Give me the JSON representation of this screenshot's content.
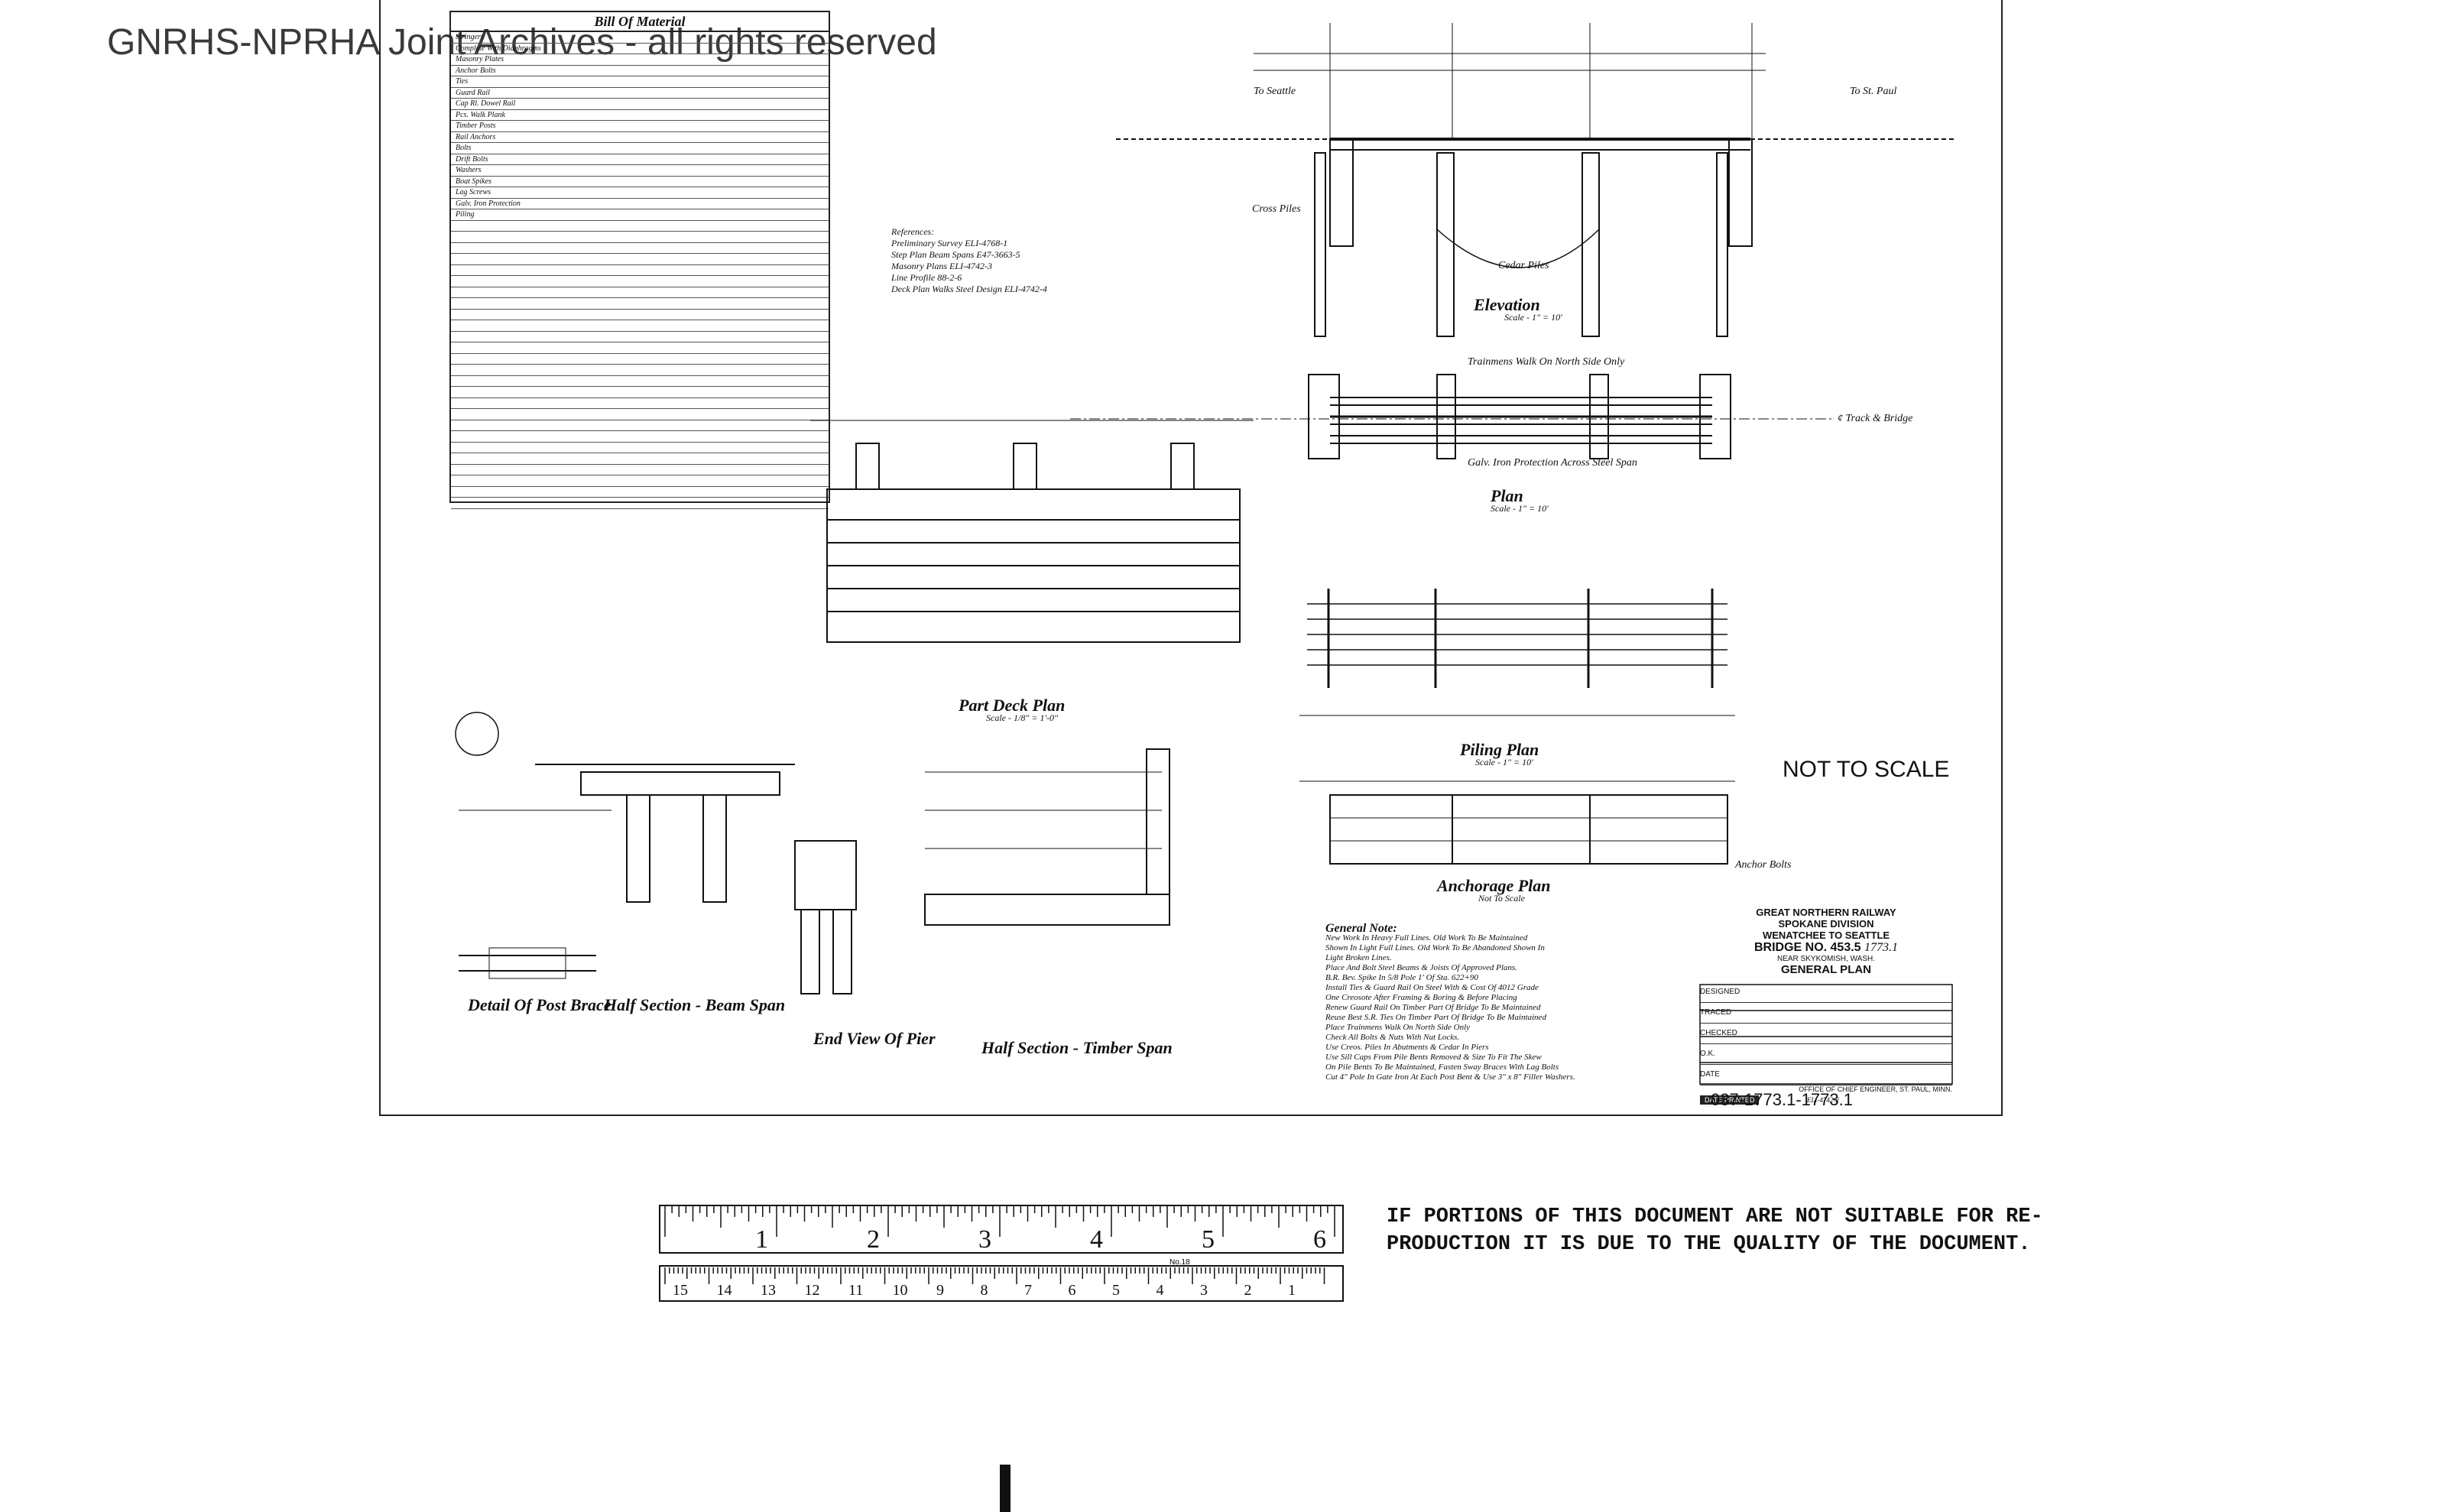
{
  "watermark": "GNRHS-NPRHA Joint Archives - all rights reserved",
  "bill_of_material": {
    "title": "Bill Of Material",
    "rows": [
      "Stringers",
      "Complete With Diaphragms",
      "Masonry Plates",
      "Anchor Bolts",
      "Ties",
      "Guard Rail",
      "Cap Rl. Dowel Rail",
      "Pcs. Walk Plank",
      "Timber Posts",
      "Rail Anchors",
      "Bolts",
      "Drift Bolts",
      "Washers",
      "Boat Spikes",
      "Lag Screws",
      "Galv. Iron Protection",
      "Piling"
    ]
  },
  "views": {
    "elevation": "Elevation",
    "elevation_scale": "Scale - 1\" = 10'",
    "plan": "Plan",
    "plan_scale": "Scale - 1\" = 10'",
    "piling_plan": "Piling Plan",
    "piling_plan_scale": "Scale - 1\" = 10'",
    "anchorage_plan": "Anchorage Plan",
    "anchorage_plan_scale": "Not To Scale",
    "part_deck_plan": "Part Deck Plan",
    "part_deck_plan_scale": "Scale - 1/8\" = 1'-0\"",
    "detail_post_brace": "Detail Of Post Brace",
    "half_section_beam": "Half Section - Beam Span",
    "end_view_pier": "End View Of Pier",
    "half_section_timber": "Half Section - Timber Span"
  },
  "annotations": {
    "to_seattle": "To Seattle",
    "to_st_paul": "To St. Paul",
    "trainmens_walk": "Trainmens Walk On North Side Only",
    "cedar_piles": "Cedar Piles",
    "cross_piles": "Cross Piles",
    "track_bridge": "¢ Track & Bridge",
    "galv_iron": "Galv. Iron Protection Across Steel Span",
    "anchor_bolts": "Anchor Bolts"
  },
  "references": {
    "title": "References:",
    "items": [
      "Preliminary Survey  ELI-4768-1",
      "Step Plan Beam Spans  E47-3663-5",
      "Masonry Plans  ELI-4742-3",
      "Line Profile  88-2-6",
      "Deck Plan Walks Steel Design  ELI-4742-4"
    ]
  },
  "general_note": {
    "title": "General Note:",
    "lines": [
      "New Work In Heavy Full Lines. Old Work To Be Maintained",
      "Shown In Light Full Lines. Old Work To Be Abandoned Shown In",
      "Light Broken Lines.",
      "Place And Bolt Steel Beams & Joists Of Approved Plans.",
      "B.R. Bev. Spike In 5/8 Pole 1' Of Sta. 622+90",
      "Install Ties & Guard Rail On Steel With & Cost Of 4012 Grade",
      "One Creosote After Framing & Boring & Before Placing",
      "Renew Guard Rail On Timber Part Of Bridge To Be Maintained",
      "Reuse Best S.R. Ties On Timber Part Of Bridge To Be Maintained",
      "Place Trainmens Walk On North Side Only",
      "Check All Bolts & Nuts With Nut Locks.",
      "Use Creos. Piles In Abutments & Cedar In Piers",
      "Use Sill Caps From Pile Bents Removed & Size To Fit The Skew",
      "On Pile Bents To Be Maintained, Fasten Sway Braces With Lag Bolts",
      "Cut 4\" Pole In Gate Iron At Each Post Bent & Use 3\" x 8\" Filler Washers."
    ]
  },
  "title_block": {
    "railway": "GREAT NORTHERN RAILWAY",
    "division": "SPOKANE DIVISION",
    "route": "WENATCHEE TO SEATTLE",
    "bridge": "BRIDGE NO. 453.5",
    "bridge_alt": "1773.1",
    "location": "NEAR SKYKOMISH, WASH.",
    "title": "GENERAL PLAN",
    "fields": [
      "DESIGNED",
      "TRACED",
      "CHECKED",
      "O.K.",
      "DATE"
    ],
    "office": "OFFICE OF CHIEF ENGINEER, ST. PAUL, MINN.",
    "date_printed": "DATE PRINTED",
    "sheet_no": "ELI-4742-2"
  },
  "not_to_scale": "NOT TO SCALE",
  "doc_number": "037-1773.1-1773.1",
  "ruler": {
    "inches": [
      "1",
      "2",
      "3",
      "4",
      "5",
      "6"
    ],
    "cm": [
      "15",
      "14",
      "13",
      "12",
      "11",
      "10",
      "9",
      "8",
      "7",
      "6",
      "5",
      "4",
      "3",
      "2",
      "1"
    ],
    "model": "No.18"
  },
  "reproduction_notice": {
    "line1": "IF PORTIONS OF THIS DOCUMENT ARE NOT SUITABLE FOR RE-",
    "line2": "PRODUCTION IT IS DUE TO THE QUALITY OF THE DOCUMENT."
  }
}
